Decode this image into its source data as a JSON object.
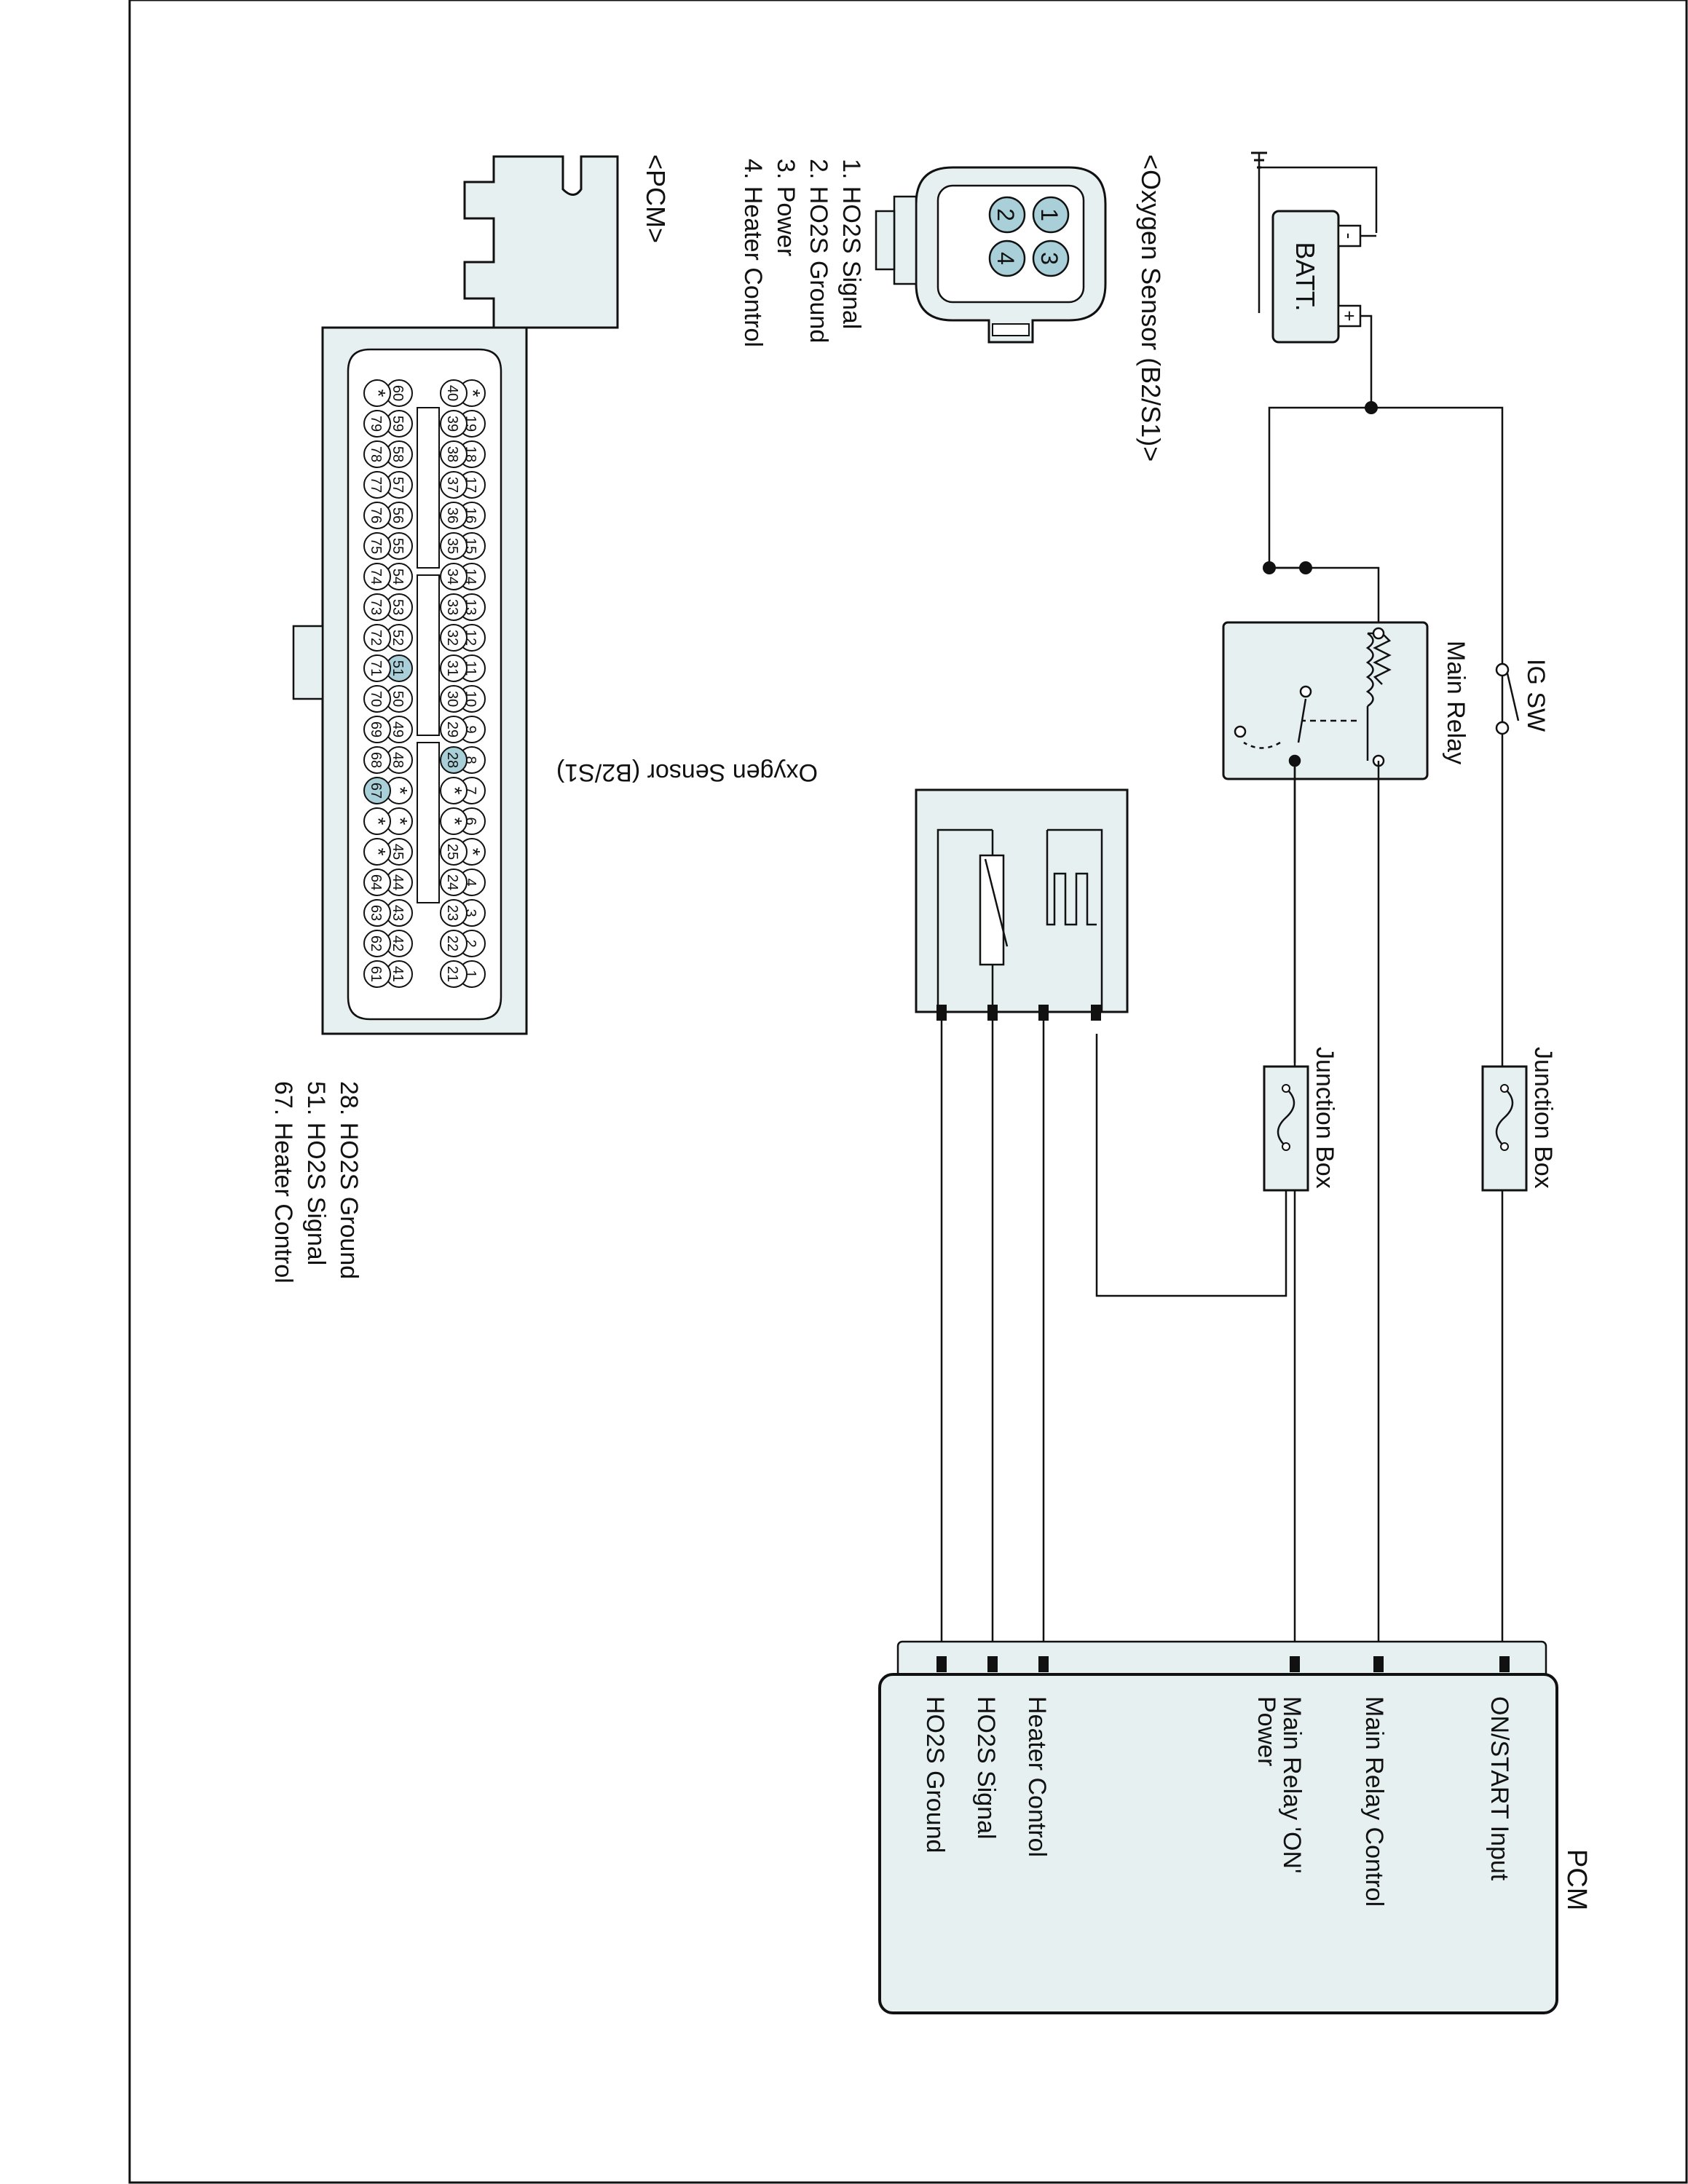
{
  "colors": {
    "line": "#111111",
    "component_fill": "#e6f0f1",
    "highlight_pin": "#a9cfd8",
    "background": "#ffffff"
  },
  "battery": {
    "label": "BATT.",
    "plus": "+",
    "minus": "-"
  },
  "ig_switch": {
    "label": "IG SW"
  },
  "main_relay": {
    "label": "Main Relay"
  },
  "junction_box_1": {
    "label": "Junction Box"
  },
  "junction_box_2": {
    "label": "Junction Box"
  },
  "oxygen_sensor": {
    "label": "Oxygen Sensor (B2/S1)"
  },
  "pcm": {
    "title": "PCM",
    "pins": [
      "ON/START Input",
      "Main Relay Control",
      "Main Relay 'ON'",
      "Power",
      "Heater Control",
      "HO2S  Signal",
      "HO2S  Ground"
    ]
  },
  "oxygen_connector": {
    "title": "<Oxygen Sensor (B2/S1)>",
    "pin_numbers": [
      "1",
      "2",
      "3",
      "4"
    ],
    "legend": [
      "1. HO2S  Signal",
      "2. HO2S  Ground",
      "3. Power",
      "4. Heater Control"
    ]
  },
  "pcm_connector": {
    "title": "<PCM>",
    "rows": [
      [
        "*",
        "19",
        "18",
        "17",
        "16",
        "15",
        "14",
        "13",
        "12",
        "11",
        "10",
        "9",
        "8",
        "7",
        "6",
        "*",
        "4",
        "3",
        "2",
        "1"
      ],
      [
        "40",
        "39",
        "38",
        "37",
        "36",
        "35",
        "34",
        "33",
        "32",
        "31",
        "30",
        "29",
        "28",
        "*",
        "*",
        "25",
        "24",
        "23",
        "22",
        "21"
      ],
      [
        "60",
        "59",
        "58",
        "57",
        "56",
        "55",
        "54",
        "53",
        "52",
        "51",
        "50",
        "49",
        "48",
        "*",
        "*",
        "45",
        "44",
        "43",
        "42",
        "41"
      ],
      [
        "*",
        "79",
        "78",
        "77",
        "76",
        "75",
        "74",
        "73",
        "72",
        "71",
        "70",
        "69",
        "68",
        "67",
        "*",
        "*",
        "64",
        "63",
        "62",
        "61"
      ]
    ],
    "highlighted": [
      "28",
      "51",
      "67"
    ],
    "legend": [
      "28. HO2S  Ground",
      "51. HO2S  Signal",
      "67. Heater Control"
    ]
  }
}
